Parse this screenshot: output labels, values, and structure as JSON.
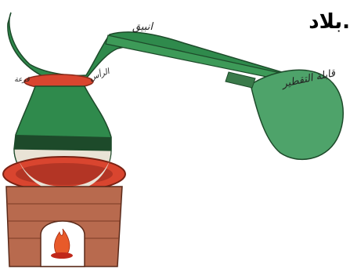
{
  "header_text": "بلاد.",
  "labels": {
    "alembic": "انبيق",
    "receiver": "قابلة التقطير",
    "neck_label": "الرأس",
    "collar_label": "قرعة"
  },
  "colors": {
    "vessel_green": "#2f8a4c",
    "vessel_dark": "#1d4a2a",
    "liquid": "#e9e3d6",
    "ring_red": "#d9452f",
    "furnace_brown": "#b86a4e",
    "flame": "#e85a2a"
  }
}
